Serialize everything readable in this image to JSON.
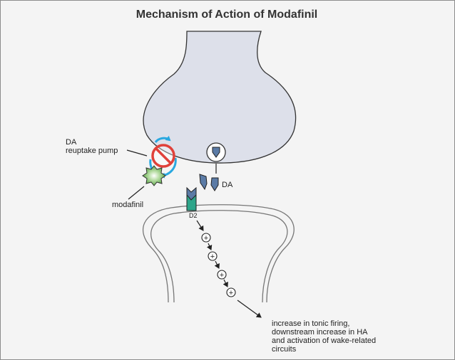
{
  "title": "Mechanism of Action of Modafinil",
  "labels": {
    "pump_line1": "DA",
    "pump_line2": "reuptake pump",
    "modafinil": "modafinil",
    "dopamine": "DA",
    "receptor": "D2",
    "effect_line1": "increase in tonic firing,",
    "effect_line2": "downstream increase in HA",
    "effect_line3": "and activation of wake-related",
    "effect_line4": "circuits"
  },
  "signal_symbol": "+",
  "colors": {
    "presynaptic_fill": "#dde0ea",
    "dopamine": "#5b7ba6",
    "receptor": "#2ea58a",
    "pump": "#29a8e0",
    "inhibition": "#e0413a",
    "modafinil": "#5fa84d"
  },
  "icons": [
    "inhibition-sign-icon",
    "modafinil-molecule-icon",
    "vesicle-icon",
    "dopamine-molecule-icon",
    "d2-receptor-icon",
    "plus-signal-icon",
    "arrow-icon"
  ]
}
